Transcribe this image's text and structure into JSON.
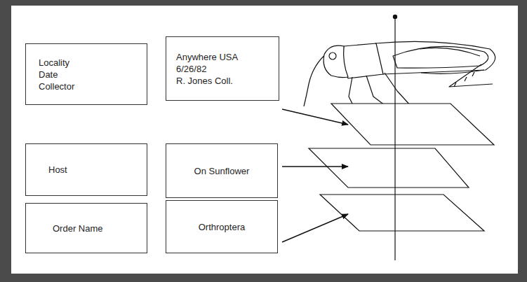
{
  "diagram": {
    "nodes": [
      {
        "text": [
          "Locality",
          "Date",
          "Collector"
        ]
      },
      {
        "text": [
          "Anywhere USA",
          "6/26/82",
          "R. Jones Coll."
        ]
      },
      {
        "text": [
          "Host"
        ]
      },
      {
        "text": [
          "On Sunflower"
        ]
      },
      {
        "text": [
          "Order Name"
        ]
      },
      {
        "text": [
          "Orthroptera"
        ]
      }
    ]
  }
}
